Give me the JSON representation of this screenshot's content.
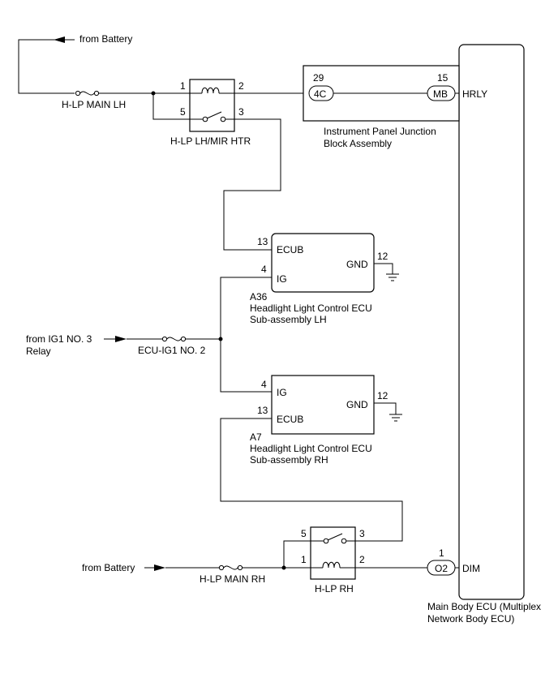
{
  "sources": {
    "battery_top": "from Battery",
    "battery_bottom": "from Battery",
    "ig1_line1": "from IG1 NO. 3",
    "ig1_line2": "Relay"
  },
  "fuses": {
    "hlp_main_lh": "H-LP MAIN LH",
    "ecu_ig1_no2": "ECU-IG1 NO. 2",
    "hlp_main_rh": "H-LP MAIN RH"
  },
  "relays": {
    "hlp_lh_mir_htr": {
      "name": "H-LP LH/MIR HTR",
      "pins": [
        "1",
        "2",
        "5",
        "3"
      ]
    },
    "hlp_rh": {
      "name": "H-LP RH",
      "pins": [
        "5",
        "3",
        "1",
        "2"
      ]
    }
  },
  "junction_block": {
    "name_line1": "Instrument Panel Junction",
    "name_line2": "Block Assembly",
    "left_pin": "29",
    "left_connector": "4C",
    "right_pin": "15",
    "right_connector": "MB"
  },
  "ecu_lh": {
    "code": "A36",
    "name_line1": "Headlight Light Control ECU",
    "name_line2": "Sub-assembly LH",
    "pins": {
      "ecub": "13",
      "ig": "4",
      "gnd": "12"
    },
    "terminals": {
      "ecub": "ECUB",
      "ig": "IG",
      "gnd": "GND"
    }
  },
  "ecu_rh": {
    "code": "A7",
    "name_line1": "Headlight Light Control ECU",
    "name_line2": "Sub-assembly RH",
    "pins": {
      "ig": "4",
      "ecub": "13",
      "gnd": "12"
    },
    "terminals": {
      "ig": "IG",
      "ecub": "ECUB",
      "gnd": "GND"
    }
  },
  "main_body_ecu": {
    "name_line1": "Main Body ECU (Multiplex",
    "name_line2": "Network Body ECU)",
    "hrly_terminal": "HRLY",
    "dim_terminal": "DIM",
    "dim_pin": "1",
    "dim_connector": "O2"
  }
}
